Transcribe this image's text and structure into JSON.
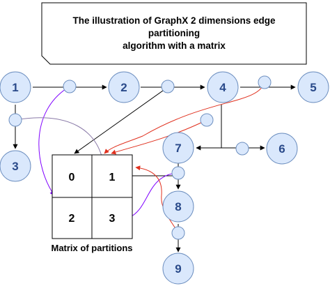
{
  "title": {
    "lines": [
      "The illustration of GraphX 2 dimensions edge",
      "partitioning",
      "algorithm with a matrix"
    ]
  },
  "nodes": {
    "n1": "1",
    "n2": "2",
    "n3": "3",
    "n4": "4",
    "n5": "5",
    "n6": "6",
    "n7": "7",
    "n8": "8",
    "n9": "9"
  },
  "matrix": {
    "cells": [
      "0",
      "1",
      "2",
      "3"
    ],
    "caption": "Matrix of partitions"
  },
  "colors": {
    "node_fill": "#dae8fc",
    "node_stroke": "#6c8ebf",
    "edge": "#000000",
    "purple": "#7f00ff",
    "gray_purple": "#8a7aa8",
    "red": "#e0301e"
  }
}
